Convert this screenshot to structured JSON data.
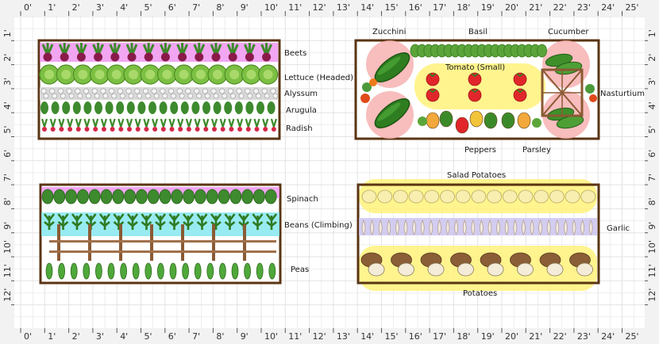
{
  "ruler": {
    "top_ticks": [
      "0'",
      "1'",
      "2'",
      "3'",
      "4'",
      "5'",
      "6'",
      "7'",
      "8'",
      "9'",
      "10'",
      "11'",
      "12'",
      "13'",
      "14'",
      "15'",
      "16'",
      "17'",
      "18'",
      "19'",
      "20'",
      "21'",
      "22'",
      "23'",
      "24'",
      "25'"
    ],
    "bottom_ticks": [
      "0'",
      "1'",
      "2'",
      "3'",
      "4'",
      "5'",
      "6'",
      "7'",
      "8'",
      "9'",
      "10'",
      "11'",
      "12'",
      "13'",
      "14'",
      "15'",
      "16'",
      "17'",
      "18'",
      "19'",
      "20'",
      "21'",
      "22'",
      "23'",
      "24'",
      "25'"
    ],
    "side_ticks": [
      "1'",
      "2'",
      "3'",
      "4'",
      "5'",
      "6'",
      "7'",
      "8'",
      "9'",
      "10'",
      "11'",
      "12'"
    ]
  },
  "beds": [
    {
      "name": "bed-top-left"
    },
    {
      "name": "bed-top-right"
    },
    {
      "name": "bed-bottom-left"
    },
    {
      "name": "bed-bottom-right"
    }
  ],
  "plants": {
    "beets": "Beets",
    "lettuce": "Lettuce (Headed)",
    "alyssum": "Alyssum",
    "arugula": "Arugula",
    "radish": "Radish",
    "zucchini": "Zucchini",
    "basil": "Basil",
    "cucumber": "Cucumber",
    "tomato": "Tomato (Small)",
    "nasturtium": "Nasturtium",
    "peppers": "Peppers",
    "parsley": "Parsley",
    "spinach": "Spinach",
    "beans": "Beans (Climbing)",
    "peas": "Peas",
    "salad_potatoes": "Salad Potatoes",
    "garlic": "Garlic",
    "potatoes": "Potatoes"
  },
  "colors": {
    "bed_border": "#5a3412",
    "grid": "#d9d9d9",
    "beets_band": "#ee88ee",
    "bean_band": "#7ee6ee",
    "potato_band": "#fff27a",
    "garlic_band": "#c9c0ee",
    "spinach_band": "#ee88ee",
    "zucchini_circle": "#f7b2b2",
    "tomato_band": "#fff27a"
  }
}
